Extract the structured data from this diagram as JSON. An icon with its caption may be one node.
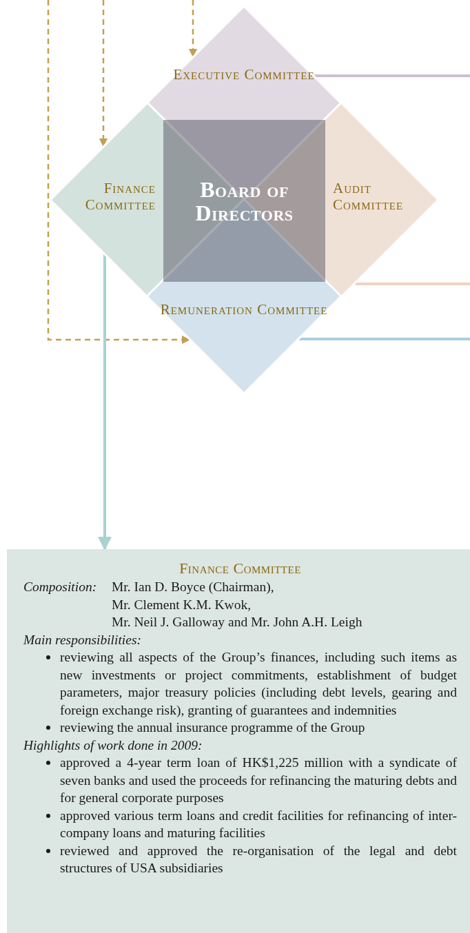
{
  "diagram": {
    "nodes": [
      {
        "text": [
          "Executive Committee"
        ]
      },
      {
        "text": [
          "Finance Committee"
        ]
      },
      {
        "text": [
          "Board of Directors"
        ]
      },
      {
        "text": [
          "Audit Committee"
        ]
      },
      {
        "text": [
          "Remuneration Committee"
        ]
      },
      {
        "text": [
          "Finance Committee",
          "Composition:",
          "Mr. Ian D. Boyce (Chairman),",
          "Mr. Clement K.M. Kwok,",
          "Mr. Neil J. Galloway and Mr. John A.H. Leigh",
          "Main responsibilities:",
          "reviewing all aspects of the Group’s finances, including such items as new investments or project commitments, establishment of budget parameters, major treasury policies (including debt levels, gearing and foreign exchange risk), granting of guarantees and indemnities",
          "reviewing the annual insurance programme of the Group",
          "Highlights of work done in 2009:",
          "approved a 4-year term loan of HK$1,225 million with a syndicate of seven banks and used the proceeds for refinancing the maturing debts and for general corporate purposes",
          "approved various term loans and credit facilities for refinancing of inter-company loans and maturing facilities",
          "reviewed and approved the re-organisation of the legal and debt structures of USA subsidiaries"
        ]
      }
    ],
    "edges": [
      {
        "from": null,
        "to": 0,
        "arrow": "to",
        "style": "dashed",
        "color": "#c2a050"
      },
      {
        "from": null,
        "to": 1,
        "arrow": "to",
        "style": "dashed",
        "color": "#c2a050"
      },
      {
        "from": null,
        "to": 4,
        "arrow": "to",
        "style": "dashed",
        "color": "#c2a050"
      },
      {
        "from": 1,
        "to": 5,
        "arrow": "to",
        "color": "#a9d2d2"
      },
      {
        "from": 0,
        "to": null,
        "arrow": "none",
        "color": "#cdbfd6"
      },
      {
        "from": 3,
        "to": null,
        "arrow": "none",
        "color": "#ecd3c2"
      },
      {
        "from": 4,
        "to": null,
        "arrow": "none",
        "color": "#aecde0"
      }
    ]
  }
}
